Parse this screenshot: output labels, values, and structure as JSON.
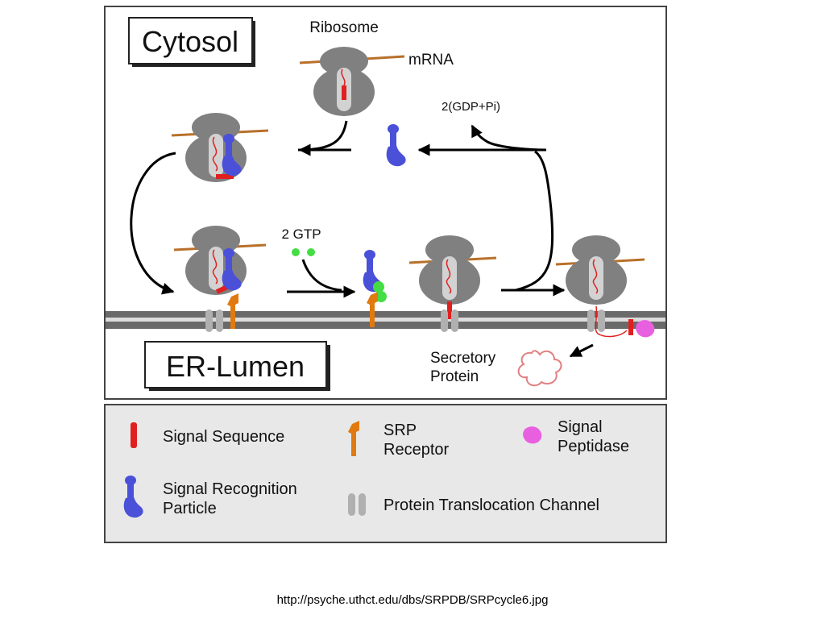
{
  "diagram": {
    "compartments": {
      "cytosol": "Cytosol",
      "er_lumen": "ER-Lumen"
    },
    "labels": {
      "ribosome": "Ribosome",
      "mrna": "mRNA",
      "gdp": "2(GDP+Pi)",
      "gtp": "2 GTP",
      "secretory_protein_line1": "Secretory",
      "secretory_protein_line2": "Protein"
    }
  },
  "legend": {
    "signal_sequence": "Signal Sequence",
    "srp_line1": "Signal Recognition",
    "srp_line2": "Particle",
    "receptor_line1": "SRP",
    "receptor_line2": "Receptor",
    "channel": "Protein Translocation Channel",
    "peptidase_line1": "Signal",
    "peptidase_line2": "Peptidase"
  },
  "colors": {
    "signal_sequence": "#e02020",
    "srp": "#4a50d8",
    "srp_receptor": "#e07a10",
    "signal_peptidase": "#e860e0",
    "gtp": "#44dd44",
    "ribosome": "#7f7f7f",
    "mrna": "#b8702a",
    "membrane": "#555555"
  },
  "source": "http://psyche.uthct.edu/dbs/SRPDB/SRPcycle6.jpg"
}
